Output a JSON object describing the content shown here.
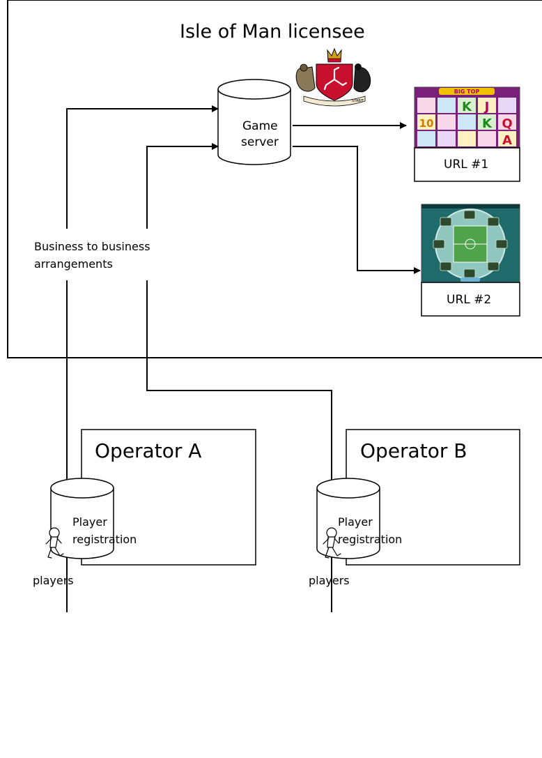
{
  "licensee": {
    "title": "Isle of Man licensee"
  },
  "game_server": {
    "line1": "Game",
    "line2": "server"
  },
  "games": [
    {
      "url_label": "URL #1",
      "image": "slot-machine-screenshot"
    },
    {
      "url_label": "URL #2",
      "image": "football-roulette-screenshot"
    }
  ],
  "b2b": {
    "line1": "Business to business",
    "line2": "arrangements"
  },
  "operators": [
    {
      "name": "Operator A",
      "db_line1": "Player",
      "db_line2": "registration"
    },
    {
      "name": "Operator B",
      "db_line1": "Player",
      "db_line2": "registration"
    }
  ],
  "players": [
    {
      "label": "players"
    },
    {
      "label": "players"
    }
  ],
  "slot": {
    "banner": "BIG TOP",
    "symbols": [
      "K",
      "J",
      "10",
      "K",
      "Q",
      "A"
    ]
  },
  "crest": {
    "motto": "STABIT"
  },
  "colors": {
    "line": "#000000",
    "slot_bg": "#7a1f7a",
    "soccer_bg": "#1f6b6b",
    "pitch": "#4fa34a"
  }
}
